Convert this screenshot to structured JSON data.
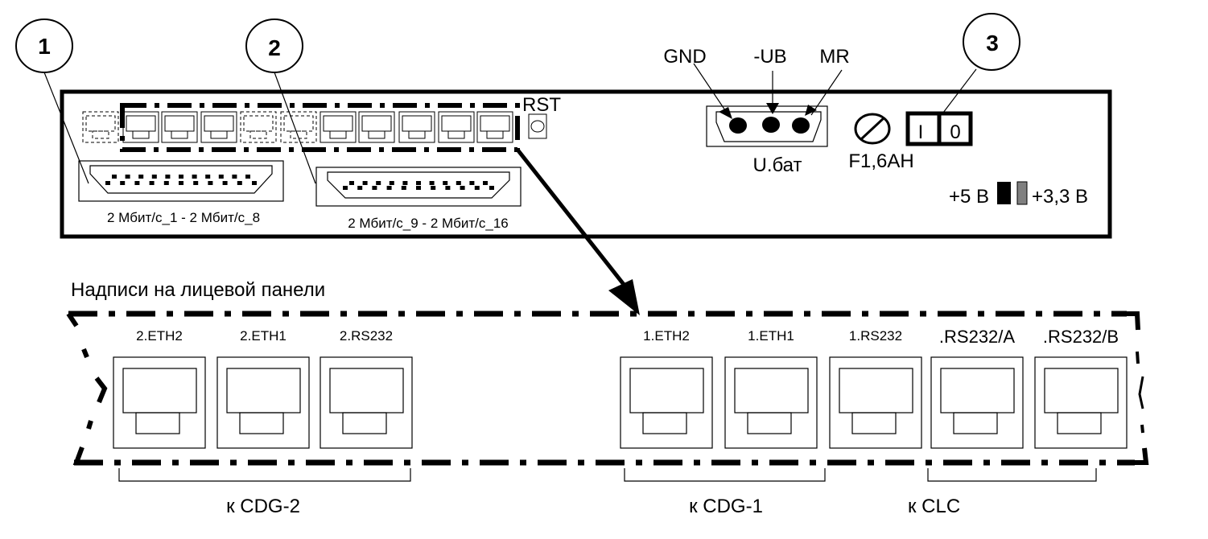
{
  "callouts": [
    {
      "number": "1",
      "target": "connector-db-1"
    },
    {
      "number": "2",
      "target": "connector-db-2"
    },
    {
      "number": "3",
      "target": "power-switch"
    }
  ],
  "rear_panel": {
    "rst_label": "RST",
    "connector_1_label": "2 Мбит/с_1 - 2 Мбит/с_8",
    "connector_2_label": "2 Мбит/с_9 - 2 Мбит/с_16",
    "battery": {
      "pins": [
        "GND",
        "-UB",
        "MR"
      ],
      "label": "U.бат"
    },
    "fuse_label": "F1,6AH",
    "switch": {
      "on": "I",
      "off": "0"
    },
    "voltage_left": "+5 В",
    "voltage_right": "+3,3 В"
  },
  "front_panel": {
    "title": "Надписи на лицевой панели",
    "ports": [
      {
        "label": "2.ETH2",
        "group": "cdg2"
      },
      {
        "label": "2.ETH1",
        "group": "cdg2"
      },
      {
        "label": "2.RS232",
        "group": "cdg2"
      },
      {
        "label": "1.ETH2",
        "group": "cdg1"
      },
      {
        "label": "1.ETH1",
        "group": "cdg1"
      },
      {
        "label": "1.RS232",
        "group": "cdg1"
      },
      {
        "label": ".RS232/A",
        "group": "clc"
      },
      {
        "label": ".RS232/B",
        "group": "clc"
      }
    ],
    "groups": {
      "cdg2": "к CDG-2",
      "cdg1": "к CDG-1",
      "clc": "к CLC"
    }
  },
  "colors": {
    "line": "#000000",
    "jumper_gray": "#808080"
  }
}
